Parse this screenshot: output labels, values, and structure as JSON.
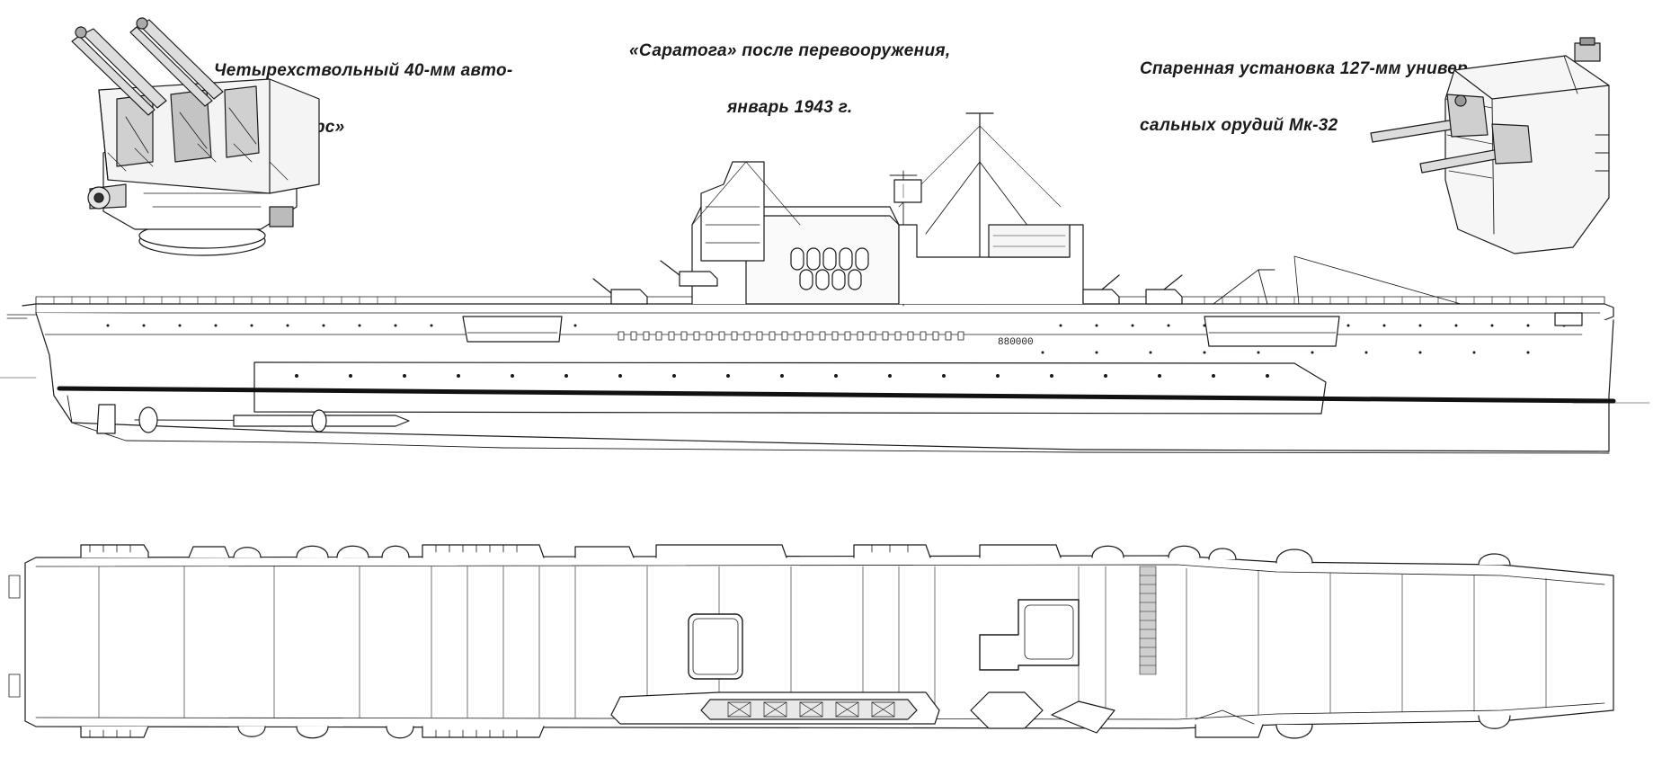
{
  "captions": {
    "title": {
      "line1": "«Саратога» после перевооружения,",
      "line2": "январь 1943 г."
    },
    "bofors": {
      "line1": "Четырехствольный 40-мм авто-",
      "line2": "мат «бофорс»"
    },
    "mk32": {
      "line1": "Спаренная установка 127-мм универ-",
      "line2": "сальных орудий Мк-32"
    }
  },
  "colors": {
    "ink": "#1a1a1a",
    "paper": "#ffffff",
    "hull_band": "#111111"
  },
  "hull_number": "880000"
}
